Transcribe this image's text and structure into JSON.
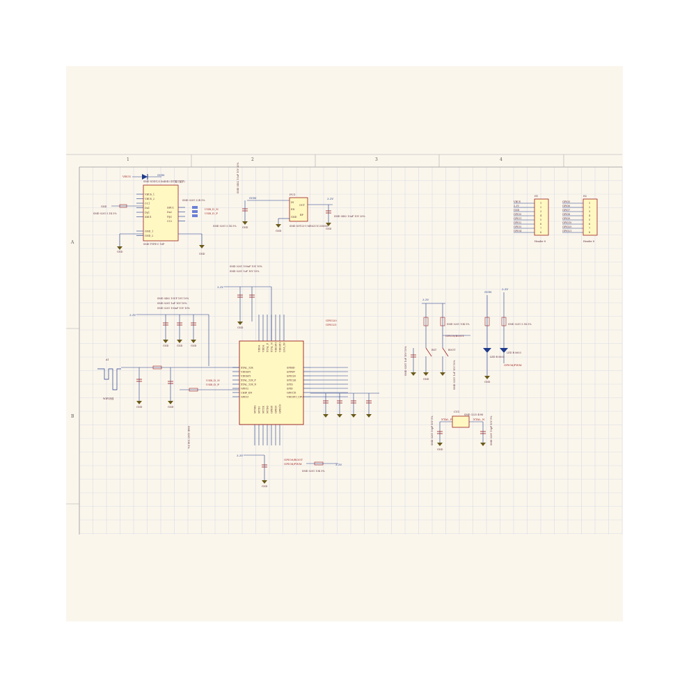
{
  "sheet": {
    "zones_top": [
      "1",
      "2",
      "3",
      "4"
    ],
    "zones_left": [
      "A",
      "B"
    ]
  },
  "usb": {
    "vbus_label": "VBUS",
    "net_label": "5VIN",
    "diode_part": "SMD SOD123 Ss4040 (XT端口保护)",
    "pins_left": [
      "VBUS_1",
      "VBUS_2",
      "CC1",
      "Dn1",
      "Dp1",
      "SBU1",
      "GND_1",
      "GND_2"
    ],
    "pins_right": [
      "SBU2",
      "Dn2",
      "Dp2",
      "CC2"
    ],
    "part": "SMD TYPE-C 16P",
    "res_cc1": "SMD 0201 5.1K 5%",
    "res_dp": "SMD 0201 22R 5%",
    "res_cc2": "SMD 0201 5.1K 5%",
    "nets": [
      "USB_D_N",
      "USB_D_P"
    ],
    "gnd": "GND"
  },
  "ldo": {
    "designator": "PU1",
    "in_net": "5VIN",
    "out_net": "3.3V",
    "pins": [
      "IN",
      "EN",
      "GND",
      "OUT",
      "BP"
    ],
    "part": "SMD SOT23-5 ME6211C33M5G",
    "cap_in": "SMD 0402 10uF 10V 20%",
    "cap_out": "SMD 0402 10uF 10V 20%",
    "gnd": "GND"
  },
  "headers": {
    "left_title": "Header 8",
    "right_title": "Header 8",
    "left_nets": [
      "VBUS",
      "3.3V",
      "GND",
      "GPIO0",
      "GPIO1",
      "GPIO2",
      "GPIO3",
      "GPIO4"
    ],
    "right_nets": [
      "GPIO5",
      "GPIO6",
      "GPIO7",
      "GPIO8",
      "GPIO9",
      "GPIO10",
      "GPIO20",
      "GPIO21"
    ]
  },
  "mcu": {
    "pins_left": [
      "XTAL_32K",
      "VDDSPI",
      "VDDSPI",
      "XTAL_32K_P",
      "XTAL_32K_N",
      "GPIO2",
      "CHIP_EN",
      "GPIO3"
    ],
    "pins_right": [
      "SPIHD",
      "SPIWP",
      "SPICS0",
      "SPICLK",
      "SPIQ",
      "SPID",
      "GPIO18",
      "VDD3P3_CPU"
    ],
    "pins_top": [
      "VDDA",
      "VDDA",
      "XTAL_P",
      "XTAL_N",
      "VDD3P3",
      "VDD3P3",
      "LNA_IN"
    ],
    "pins_bottom": [
      "MTMS",
      "MTDI",
      "MTCK",
      "MTDO",
      "GPIO8",
      "GPIO9",
      "GPIO10"
    ],
    "caps_top": [
      "SMD 0201 100nF 10V 10%",
      "SMD 0201 1uF 10V 10%"
    ],
    "caps_left": [
      "SMD 0402 10UF 10V 10%",
      "SMD 0201 1uF 10V 10%",
      "SMD 0201 100nF 10V 10%"
    ],
    "supply": "3.3V",
    "antenna": "WIFI天线",
    "res_en": "SMD 0201 10K 5%",
    "res_boot": "SMD 0201 10K 5%",
    "nets_right": [
      "GPIO20",
      "GPIO21"
    ],
    "usb_nets": [
      "USB_D_N",
      "USB_D_P"
    ],
    "boot_nets": [
      "GPIO9/BOOT",
      "GPIO8/PWM"
    ],
    "gnd": "GND"
  },
  "buttons": {
    "net_top": "3.3V",
    "res1": "SMD 0201 10K 5%",
    "labels": [
      "RST",
      "BOOT"
    ],
    "caps": "SMD 0201 1uF 10V 10%",
    "boot_net": "GPIO9/BOOT",
    "gnd": "GND"
  },
  "leds": {
    "vin": "5VIN",
    "v33": "3.3V",
    "res": "SMD 0201 5.1K 5%",
    "led1": "LED R 0603",
    "led2": "LED B 0603",
    "net": "GPIO8/PWM",
    "gnd": "GND"
  },
  "crystal": {
    "designator": "CY1",
    "part": "SMD 3225 40M",
    "nets": [
      "XTAL_P",
      "XTAL_N"
    ],
    "caps": "SMD 0201 10pF 50V 5%",
    "gnd": "GND"
  },
  "colors": {
    "paper": "#fbf6ec",
    "grid": "#d9dbe6",
    "wire": "#1e3a8a",
    "component": "#9b1c1c",
    "ic_fill": "#fff8c2",
    "ic_border": "#9b1c1c",
    "ground": "#6b5a1a",
    "netlabel": "#7a1f5a"
  }
}
